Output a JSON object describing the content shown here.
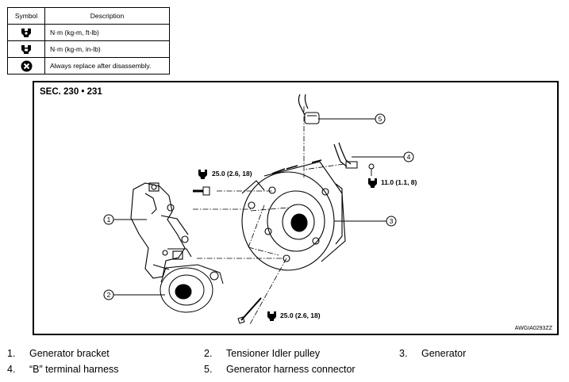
{
  "symbol_table": {
    "header_symbol": "Symbol",
    "header_description": "Description",
    "rows": [
      {
        "icon": "torque-wrench-ftlb-icon",
        "description": "N·m (kg-m, ft-lb)"
      },
      {
        "icon": "torque-wrench-inlb-icon",
        "description": "N·m (kg-m, in-lb)"
      },
      {
        "icon": "replace-x-icon",
        "description": "Always replace after disassembly."
      }
    ]
  },
  "diagram": {
    "section_title": "SEC. 230 • 231",
    "reference_code": "AWGIA0293ZZ",
    "torques": {
      "bracket_bolt": "25.0 (2.6, 18)",
      "terminal_nut": "11.0 (1.1, 8)",
      "lower_bolt": "25.0 (2.6, 18)"
    },
    "callouts": [
      "1",
      "2",
      "3",
      "4",
      "5"
    ]
  },
  "legend": [
    {
      "num": "1.",
      "label": "Generator bracket"
    },
    {
      "num": "2.",
      "label": "Tensioner Idler pulley"
    },
    {
      "num": "3.",
      "label": "Generator"
    },
    {
      "num": "4.",
      "label": "“B” terminal harness"
    },
    {
      "num": "5.",
      "label": "Generator harness connector"
    }
  ],
  "colors": {
    "line": "#000000",
    "background": "#ffffff"
  }
}
